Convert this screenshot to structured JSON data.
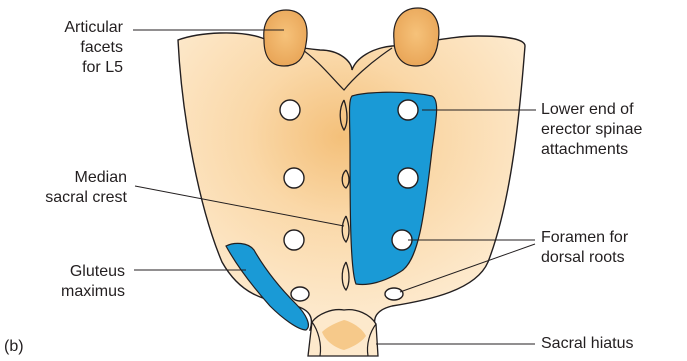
{
  "figure": {
    "panel_label": "(b)",
    "labels": {
      "articular_facets": [
        "Articular",
        "facets",
        "for L5"
      ],
      "median_sacral_crest": [
        "Median",
        "sacral crest"
      ],
      "gluteus_maximus": [
        "Gluteus",
        "maximus"
      ],
      "erector_spinae": [
        "Lower end of",
        "erector spinae",
        "attachments"
      ],
      "foramen": [
        "Foramen for",
        "dorsal roots"
      ],
      "sacral_hiatus": [
        "Sacral hiatus"
      ]
    },
    "colors": {
      "bone_fill": "#fde8c8",
      "bone_center": "#f6c98a",
      "outline": "#231f20",
      "muscle_blue": "#1a9ad6",
      "leader_line": "#231f20"
    }
  }
}
